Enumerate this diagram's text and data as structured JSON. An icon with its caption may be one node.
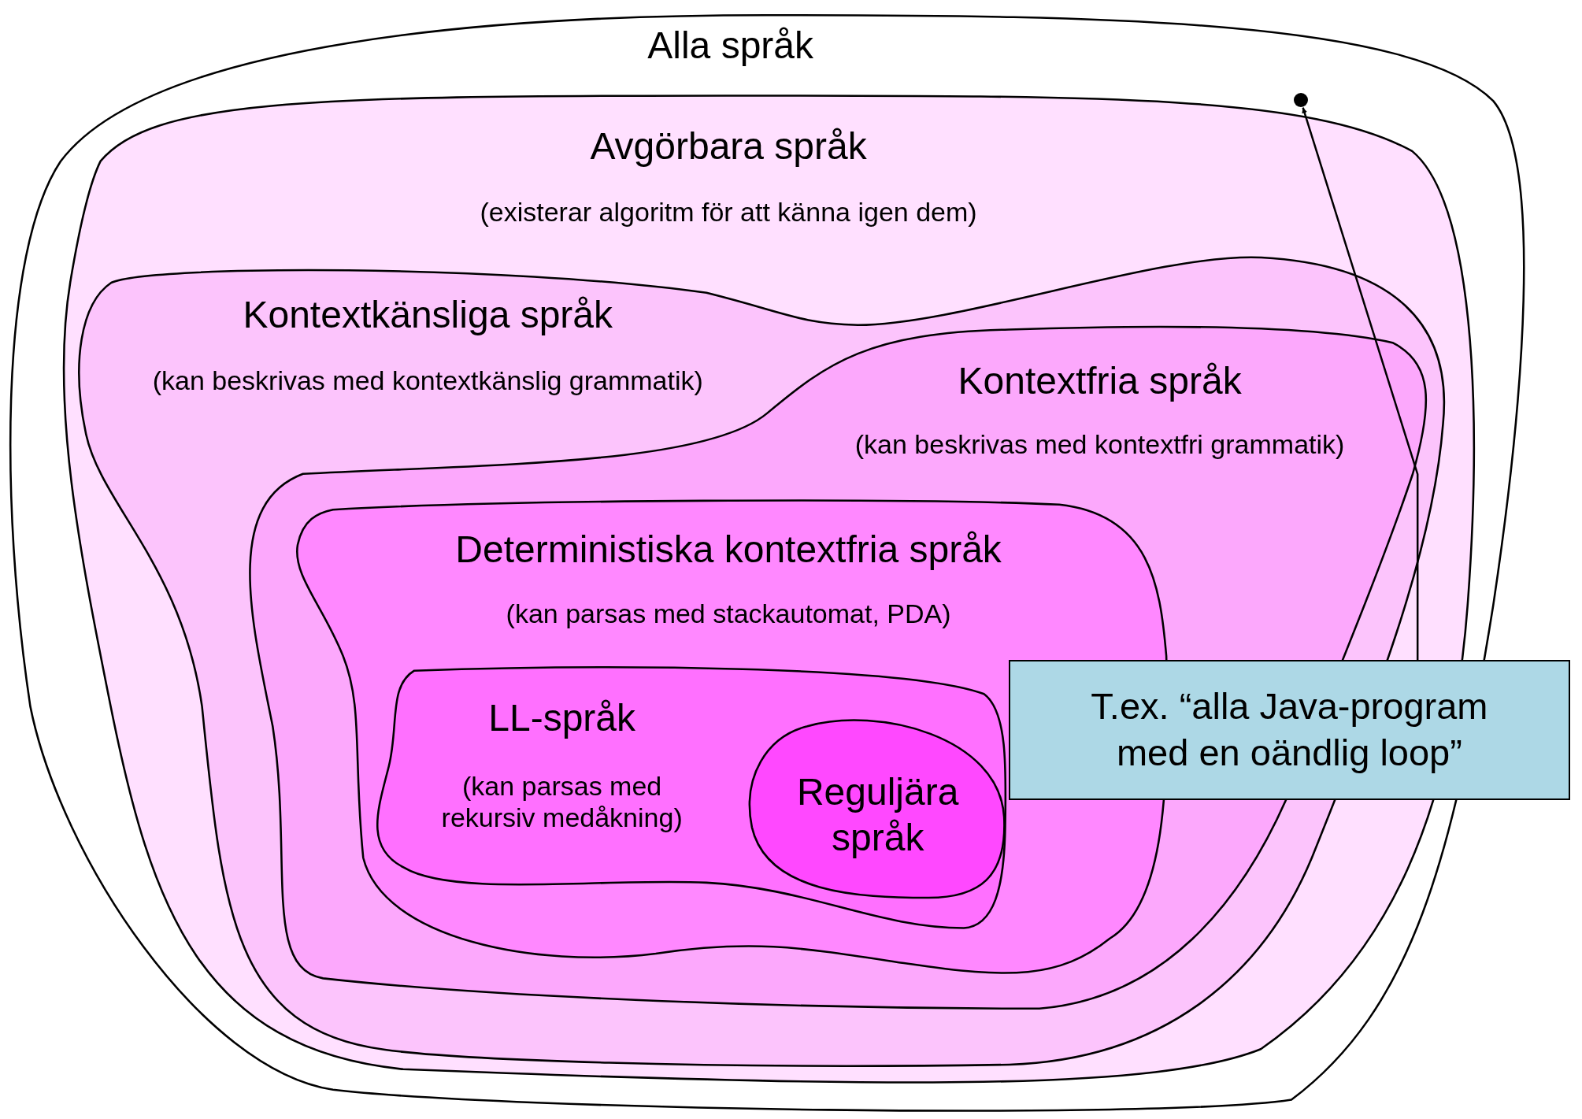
{
  "diagram": {
    "nodes": [
      {
        "text": [
          "Alla språk"
        ]
      },
      {
        "text": [
          "Avgörbara språk",
          "(existerar algoritm för att känna igen dem)"
        ],
        "in": 0
      },
      {
        "text": [
          "Kontextkänsliga språk",
          "(kan beskrivas med kontextkänslig grammatik)"
        ],
        "in": 1
      },
      {
        "text": [
          "Kontextfria språk",
          "(kan beskrivas med kontextfri grammatik)"
        ],
        "in": 2
      },
      {
        "text": [
          "Deterministiska kontextfria språk",
          "(kan parsas med stackautomat, PDA)"
        ],
        "in": 3
      },
      {
        "text": [
          "LL-språk",
          "(kan parsas med rekursiv medåkning)"
        ],
        "in": 4
      },
      {
        "text": [
          "Reguljära språk"
        ],
        "in": 5
      },
      {
        "text": [
          "T.ex. “alla Java-program med en oändlig loop”"
        ]
      },
      {
        "text": [],
        "shape": "circle",
        "in": 0
      }
    ],
    "edges": [
      {
        "from": 7,
        "to": 8,
        "arrow": "to"
      }
    ]
  }
}
